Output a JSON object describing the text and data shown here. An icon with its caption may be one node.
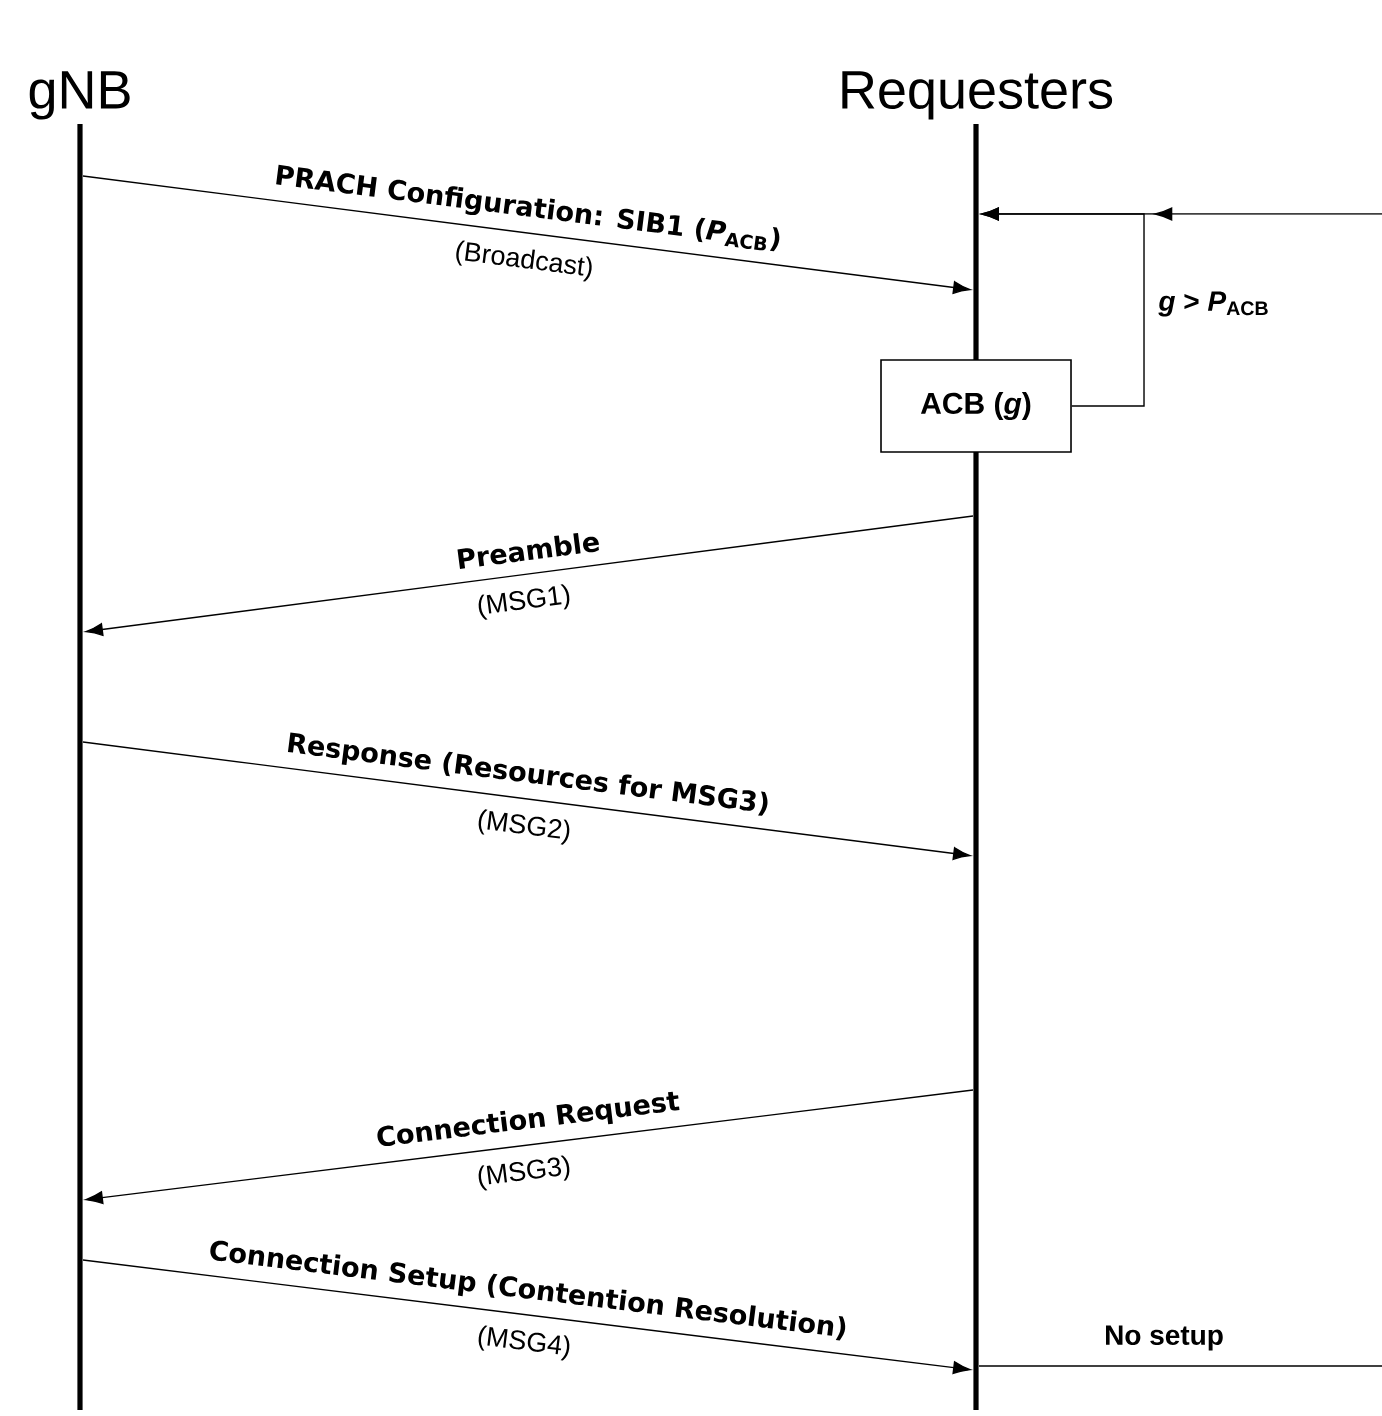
{
  "diagram": {
    "nodes": [
      {
        "text": [
          "gNB"
        ]
      },
      {
        "text": [
          "Requesters"
        ]
      },
      {
        "text": [
          "ACB (*g*)"
        ]
      }
    ],
    "edges": [
      {
        "from": 0,
        "to": 1,
        "arrow": "to",
        "label": "PRACH Configuration: SIB1 (*P*$_{ACB}$)"
      },
      {
        "from": null,
        "to": 1,
        "arrow": "to"
      },
      {
        "from": 2,
        "to": 1,
        "arrow": "to",
        "label": "*g* > *P*$_{ACB}$"
      },
      {
        "from": 1,
        "to": 0,
        "arrow": "to",
        "label": "Preamble"
      },
      {
        "from": 0,
        "to": 1,
        "arrow": "to",
        "label": "Response (Resources for MSG3)"
      },
      {
        "from": 1,
        "to": 0,
        "arrow": "to",
        "label": "Connection Request"
      },
      {
        "from": 0,
        "to": 1,
        "arrow": "to",
        "label": "Connection Setup (Contention Resolution)"
      },
      {
        "from": 1,
        "to": null,
        "arrow": "none",
        "label": "No setup"
      }
    ],
    "labels": [
      "(Broadcast)",
      "(MSG1)",
      "(MSG2)",
      "(MSG3)",
      "(MSG4)"
    ]
  }
}
